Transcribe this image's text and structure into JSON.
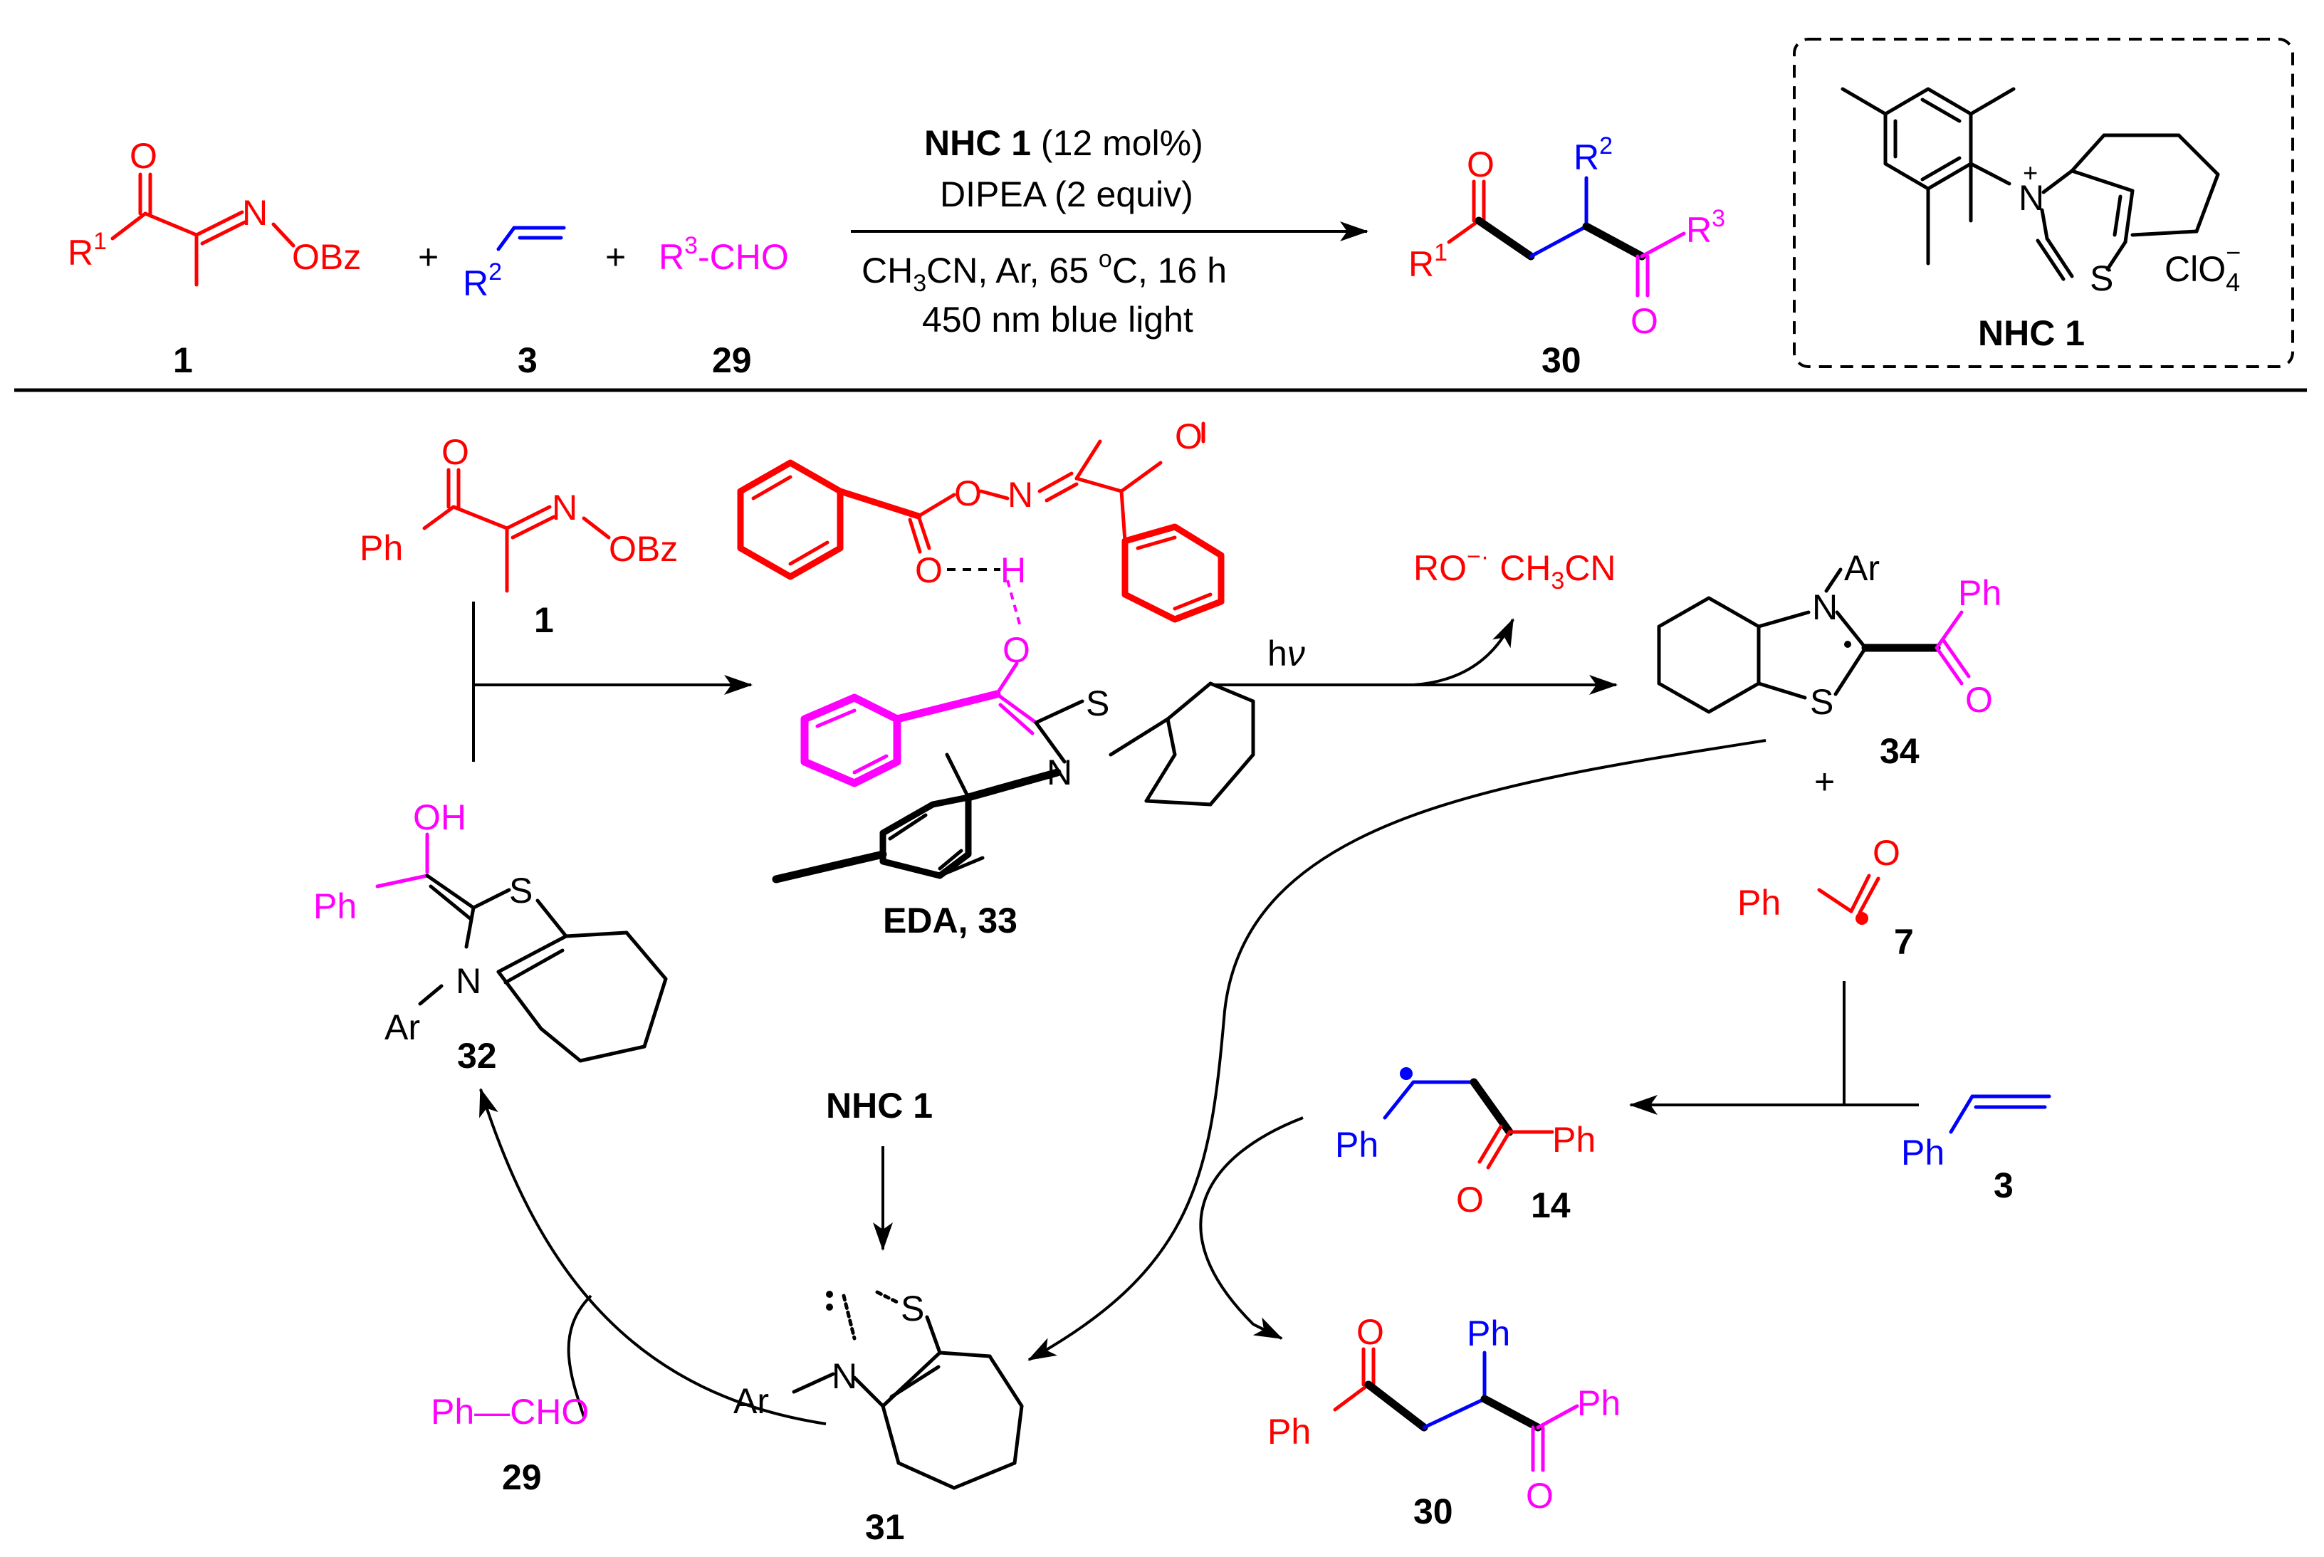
{
  "colors": {
    "red": "#ff0000",
    "blue": "#0000ff",
    "magenta": "#ff00ff",
    "black": "#000000"
  },
  "top_scheme": {
    "reactant1": {
      "O": "O",
      "R1": "R",
      "R1_sup": "1",
      "N": "N",
      "OBz": "OBz",
      "number": "1"
    },
    "plus1": "+",
    "reactant3": {
      "R2": "R",
      "R2_sup": "2",
      "number": "3"
    },
    "plus2": "+",
    "reactant29": {
      "R3": "R",
      "R3_sup": "3",
      "rest": "-CHO",
      "number": "29"
    },
    "conditions": {
      "catalyst": "NHC 1",
      "loading": " (12 mol%)",
      "base": "DIPEA (2 equiv)",
      "solvent": "CH",
      "solvent_sub": "3",
      "solvent_rest": "CN, Ar, 65 ",
      "temp_sup": "o",
      "temp_rest": "C, 16 h",
      "light": "450 nm blue light"
    },
    "product30": {
      "O1": "O",
      "R1": "R",
      "R1_sup": "1",
      "R2": "R",
      "R2_sup": "2",
      "R3": "R",
      "R3_sup": "3",
      "O2": "O",
      "number": "30"
    },
    "nhc_box": {
      "N": "N",
      "N_charge": "+",
      "S": "S",
      "counterion": "ClO",
      "counterion_sub": "4",
      "counterion_charge": "−",
      "label": "NHC 1"
    }
  },
  "mechanism": {
    "substrate1": {
      "O": "O",
      "Ph": "Ph",
      "N": "N",
      "OBz": "OBz",
      "number": "1"
    },
    "eda": {
      "O1": "O",
      "O2": "O",
      "N1": "N",
      "O3": "O",
      "H": "H",
      "O4": "O",
      "S": "S",
      "N2": "N",
      "label": "EDA, 33"
    },
    "hv": "h",
    "hv_nu": "ν",
    "byproducts": {
      "RO": "RO",
      "RO_sup": "−·",
      "CH": "CH",
      "CH_sub": "3",
      "CN": "CN"
    },
    "radical34": {
      "Ar": "Ar",
      "N": "N",
      "S": "S",
      "Ph": "Ph",
      "O": "O",
      "number": "34"
    },
    "plus": "+",
    "acyl7": {
      "O": "O",
      "Ph": "Ph",
      "number": "7"
    },
    "styrene3": {
      "Ph": "Ph",
      "number": "3"
    },
    "radical14": {
      "Ph1": "Ph",
      "Ph2": "Ph",
      "O": "O",
      "number": "14"
    },
    "product30": {
      "O1": "O",
      "Ph1": "Ph",
      "Ph2": "Ph",
      "Ph3": "Ph",
      "O2": "O",
      "number": "30"
    },
    "carbene31": {
      "S": "S",
      "N": "N",
      "Ar": "Ar",
      "number": "31"
    },
    "nhc_in": "NHC 1",
    "aldehyde29": {
      "text": "Ph—CHO",
      "number": "29"
    },
    "breslow32": {
      "OH": "OH",
      "Ph": "Ph",
      "S": "S",
      "N": "N",
      "Ar": "Ar",
      "number": "32"
    }
  }
}
